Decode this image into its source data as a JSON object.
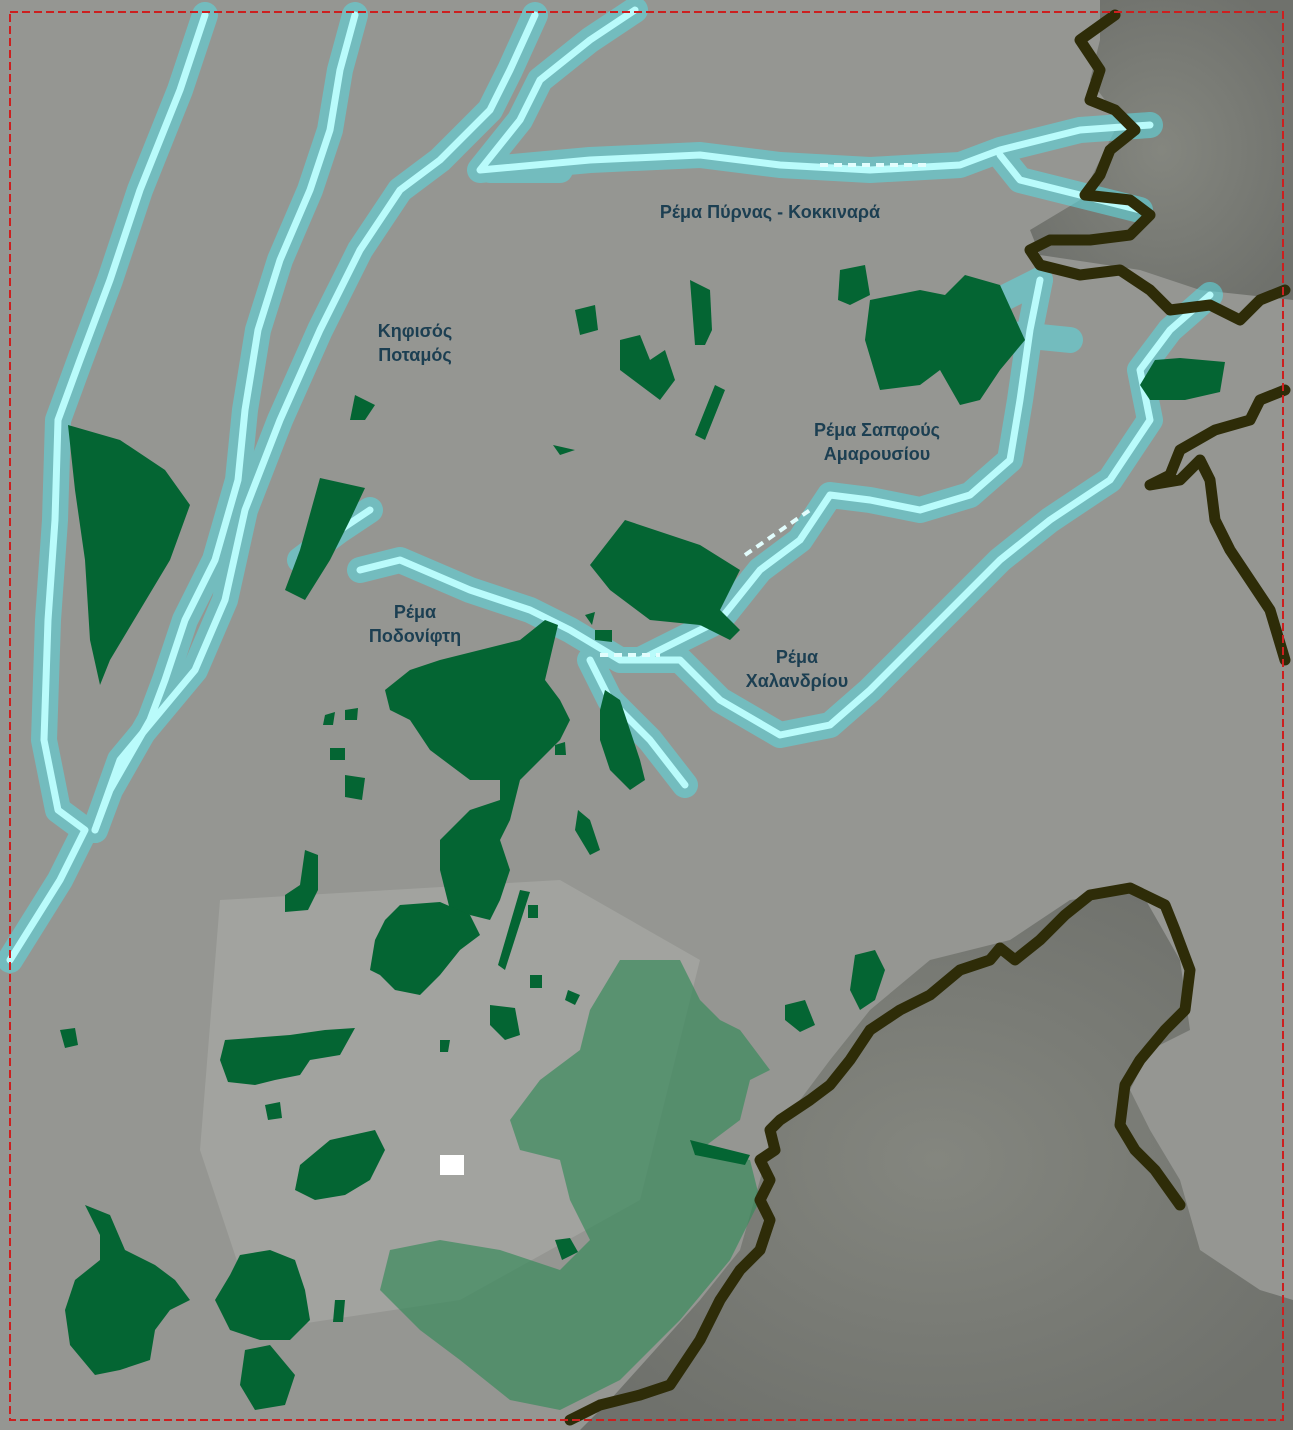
{
  "colors": {
    "urban_base": "#8f918d",
    "mountain": "#7b7d77",
    "park": "#046533",
    "large_park_translucent": "#3a8a5c",
    "stream_core": "#b9fbfb",
    "stream_halo": "#5ed6dc",
    "mountain_boundary": "#2e2c08",
    "frame_border": "#cc1f1f"
  },
  "labels": {
    "pyrnas": "Ρέμα Πύρνας - Κοκκιναρά",
    "kifisos_1": "Κηφισός",
    "kifisos_2": "Ποταμός",
    "sapfous_1": "Ρέμα Σαπφούς",
    "sapfous_2": "Αμαρουσίου",
    "podonifti_1": "Ρέμα",
    "podonifti_2": "Ποδονίφτη",
    "chalandri_1": "Ρέμα",
    "chalandri_2": "Χαλανδρίου"
  }
}
